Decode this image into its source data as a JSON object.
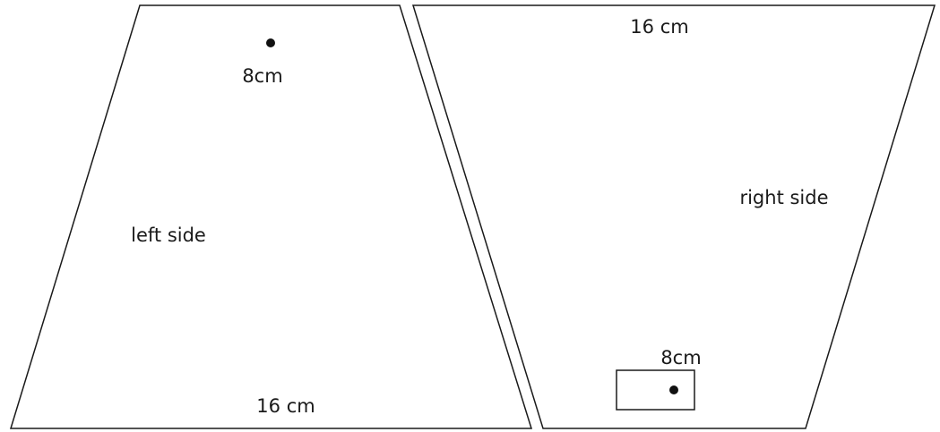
{
  "left_piece": {
    "top_label": "8cm",
    "middle_label": "left side",
    "bottom_label": "16 cm"
  },
  "right_piece": {
    "top_label": "16 cm",
    "middle_label": "right side",
    "bottom_label": "8cm"
  },
  "colors": {
    "stroke": "#1a1a1a",
    "dot": "#111111",
    "background": "#ffffff"
  }
}
